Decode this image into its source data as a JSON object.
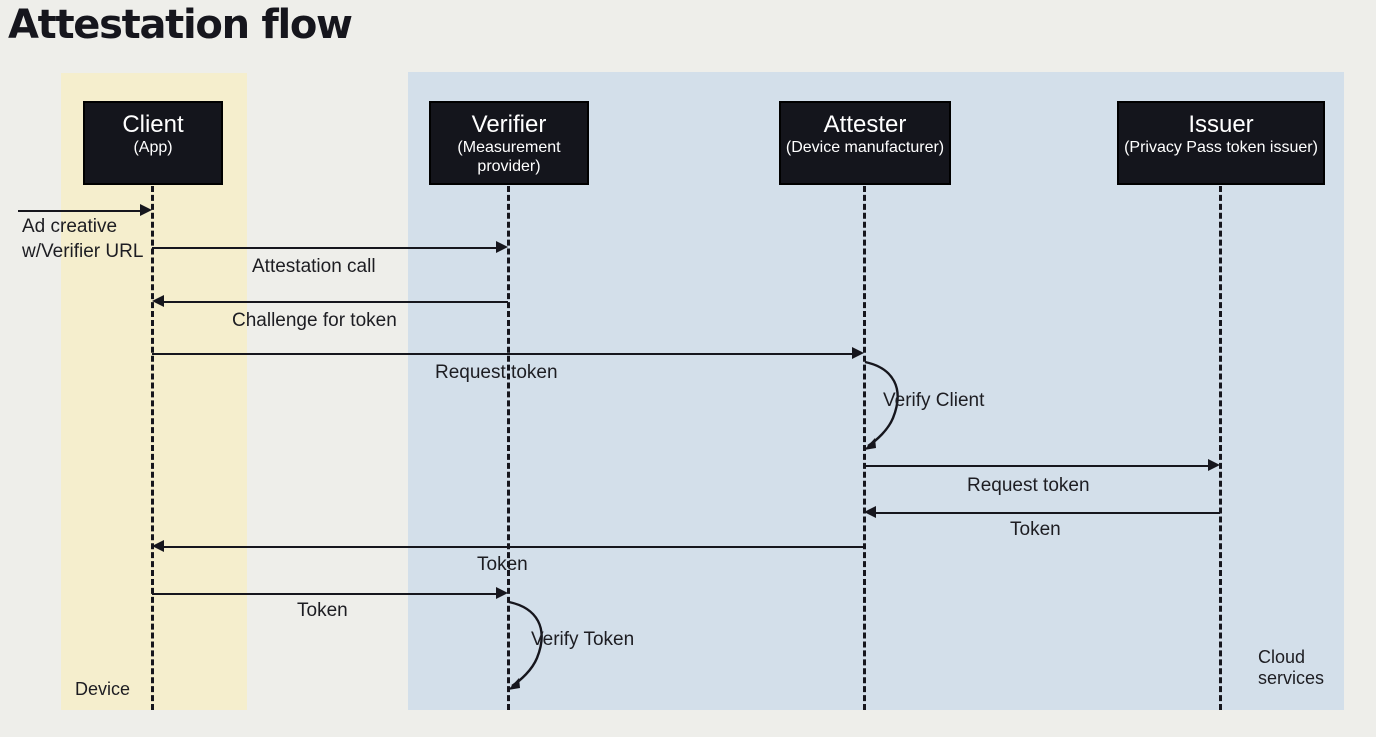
{
  "title": "Attestation flow",
  "zones": [
    {
      "id": "device",
      "label": "Device",
      "color": "#f5eecd"
    },
    {
      "id": "cloud",
      "label": "Cloud\nservices",
      "color": "#d3dfea"
    }
  ],
  "zone_labels": {
    "device": "Device",
    "cloud_line1": "Cloud",
    "cloud_line2": "services"
  },
  "colors": {
    "background": "#eeeeea",
    "device_band": "#f5eecd",
    "cloud_band": "#d3dfea",
    "actor_box": "#14151c",
    "actor_text": "#ffffff",
    "line": "#16161d",
    "text": "#1d1d22"
  },
  "actors": [
    {
      "name": "Client",
      "subtitle": "(App)"
    },
    {
      "name": "Verifier",
      "subtitle": "(Measurement provider)"
    },
    {
      "name": "Attester",
      "subtitle": "(Device manufacturer)"
    },
    {
      "name": "Issuer",
      "subtitle": "(Privacy Pass token issuer)"
    }
  ],
  "messages": [
    {
      "id": "m0",
      "label": "Ad creative w/Verifier URL",
      "from": "external",
      "to": "Client",
      "direction": "right"
    },
    {
      "id": "m1",
      "label": "Attestation call",
      "from": "Client",
      "to": "Verifier",
      "direction": "right"
    },
    {
      "id": "m2",
      "label": "Challenge for token",
      "from": "Verifier",
      "to": "Client",
      "direction": "left"
    },
    {
      "id": "m3",
      "label": "Request token",
      "from": "Client",
      "to": "Attester",
      "direction": "right"
    },
    {
      "id": "m4",
      "label": "Verify Client",
      "from": "Attester",
      "to": "Attester",
      "direction": "self"
    },
    {
      "id": "m5",
      "label": "Request token",
      "from": "Attester",
      "to": "Issuer",
      "direction": "right"
    },
    {
      "id": "m6",
      "label": "Token",
      "from": "Issuer",
      "to": "Attester",
      "direction": "left"
    },
    {
      "id": "m7",
      "label": "Token",
      "from": "Attester",
      "to": "Client",
      "direction": "left"
    },
    {
      "id": "m8",
      "label": "Token",
      "from": "Client",
      "to": "Verifier",
      "direction": "right"
    },
    {
      "id": "m9",
      "label": "Verify Token",
      "from": "Verifier",
      "to": "Verifier",
      "direction": "self"
    }
  ]
}
